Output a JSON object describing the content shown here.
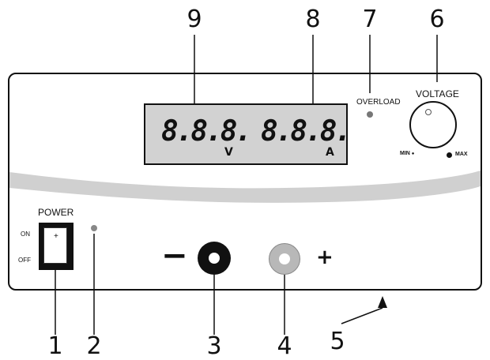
{
  "callouts": {
    "n1": "1",
    "n2": "2",
    "n3": "3",
    "n4": "4",
    "n5": "5",
    "n6": "6",
    "n7": "7",
    "n8": "8",
    "n9": "9"
  },
  "display": {
    "voltage_digits": "8.8.8.",
    "voltage_unit": "V",
    "current_digits": "8.8.8.",
    "current_unit": "A"
  },
  "overload": {
    "label": "OVERLOAD"
  },
  "voltage_control": {
    "label": "VOLTAGE",
    "min_label": "MIN",
    "max_label": "MAX"
  },
  "power": {
    "label": "POWER",
    "on_label": "ON",
    "off_label": "OFF",
    "switch_mark": "+"
  },
  "terminals": {
    "negative_symbol": "−",
    "positive_symbol": "+"
  },
  "colors": {
    "display_bg": "#d2d2d2",
    "stripe": "#d0d0d0",
    "pos_terminal": "#b8b8b8"
  }
}
